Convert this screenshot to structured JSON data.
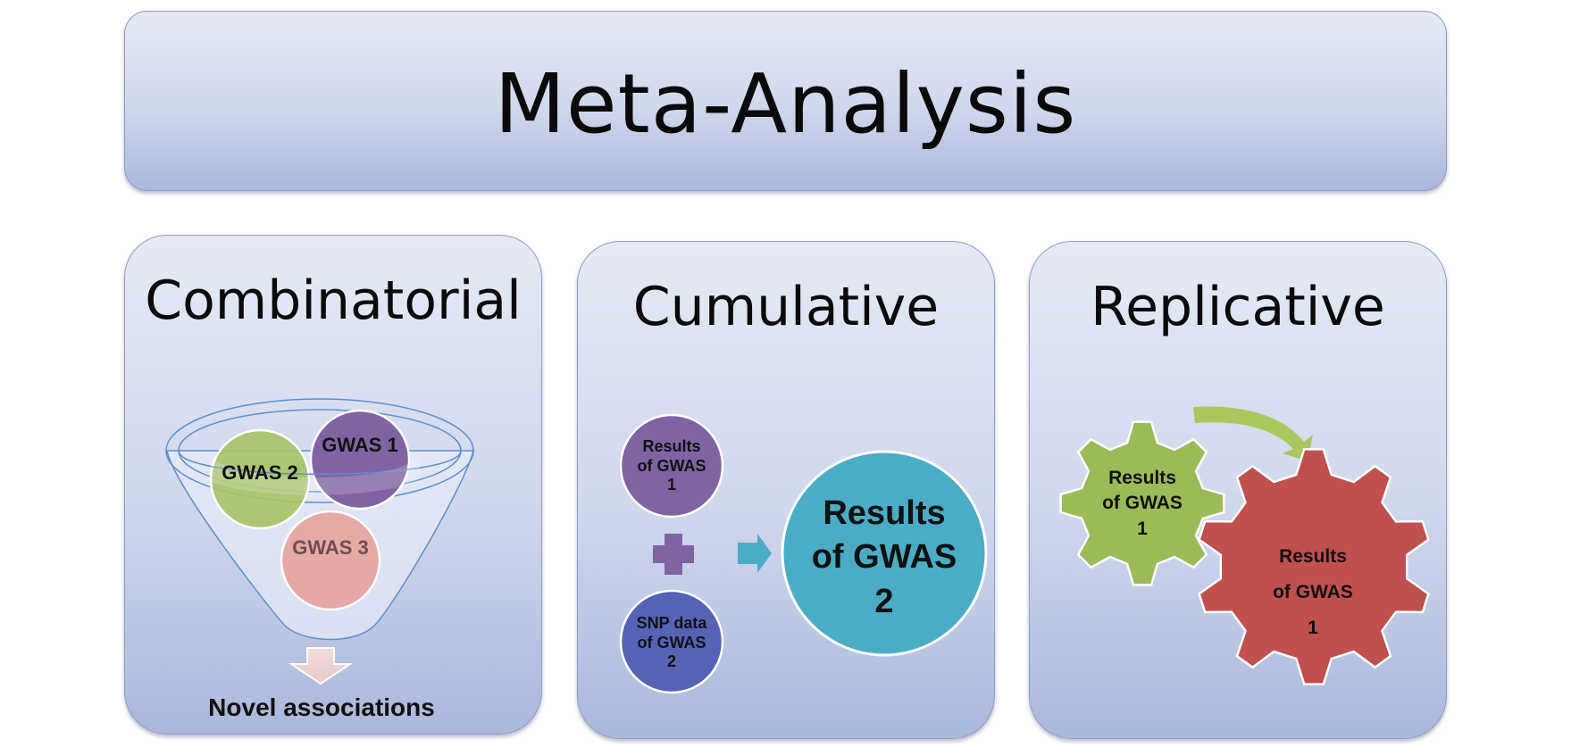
{
  "title": "Meta-Analysis",
  "panels": [
    {
      "title": "Combinatorial",
      "circles": [
        "GWAS 1",
        "GWAS 2",
        "GWAS 3"
      ],
      "output": "Novel associations"
    },
    {
      "title": "Cumulative",
      "input_a": "Results of GWAS 1",
      "input_b": "SNP data of GWAS 2",
      "result": "Results of GWAS 2"
    },
    {
      "title": "Replicative",
      "gear_small": "Results of GWAS 1",
      "gear_large": "Results of GWAS 1"
    }
  ],
  "colors": {
    "banner_top": "#e6eaf5",
    "banner_bottom": "#aab8dc",
    "green": "#9bbb59",
    "purple": "#8064a2",
    "pink": "#e3a19c",
    "blue_circle": "#5b6ab8",
    "teal": "#4bacc6",
    "red_gear": "#c0504d"
  }
}
